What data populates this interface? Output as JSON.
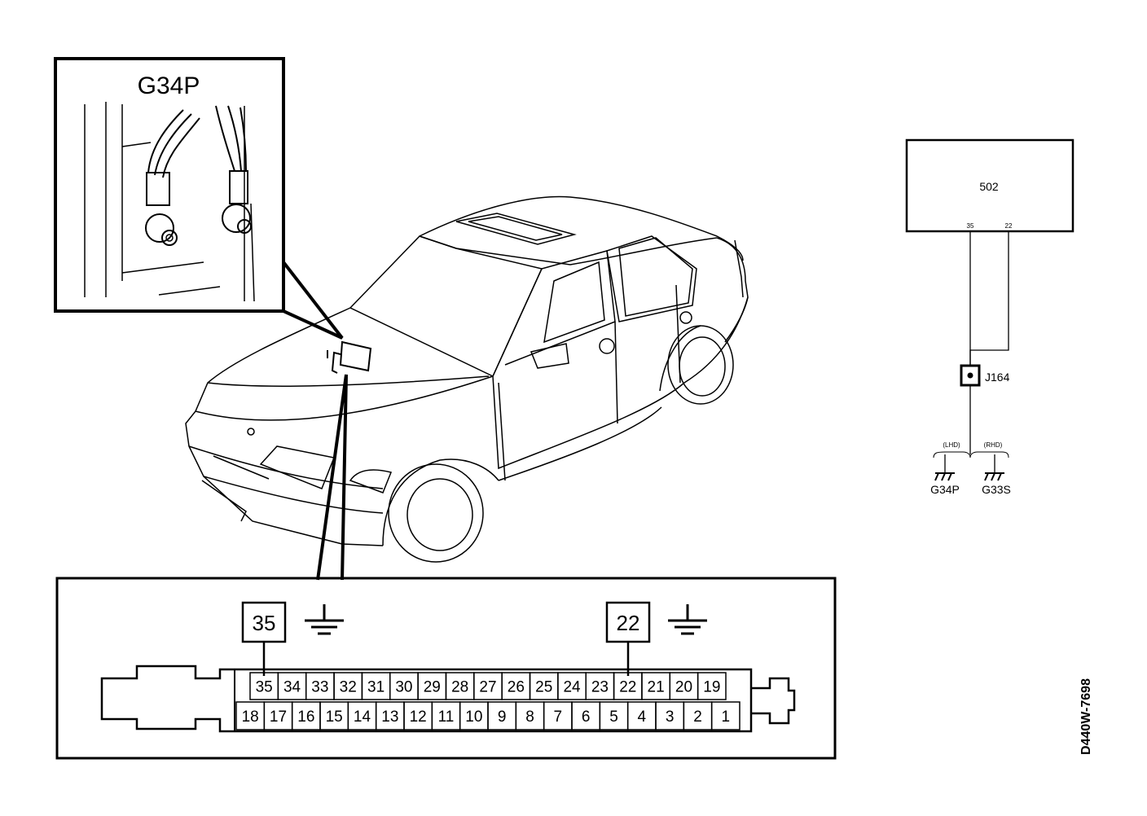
{
  "inset": {
    "label": "G34P"
  },
  "schematic": {
    "unit_label": "502",
    "pin_left": "35",
    "pin_right": "22",
    "junction_label": "J164",
    "lhd_label": "(LHD)",
    "rhd_label": "(RHD)",
    "ground_left": "G34P",
    "ground_right": "G33S"
  },
  "connector": {
    "callout_left": "35",
    "callout_right": "22",
    "top_row": [
      "35",
      "34",
      "33",
      "32",
      "31",
      "30",
      "29",
      "28",
      "27",
      "26",
      "25",
      "24",
      "23",
      "22",
      "21",
      "20",
      "19"
    ],
    "bottom_row": [
      "18",
      "17",
      "16",
      "15",
      "14",
      "13",
      "12",
      "11",
      "10",
      "9",
      "8",
      "7",
      "6",
      "5",
      "4",
      "3",
      "2",
      "1"
    ]
  },
  "figure_id": "D440W-7698"
}
